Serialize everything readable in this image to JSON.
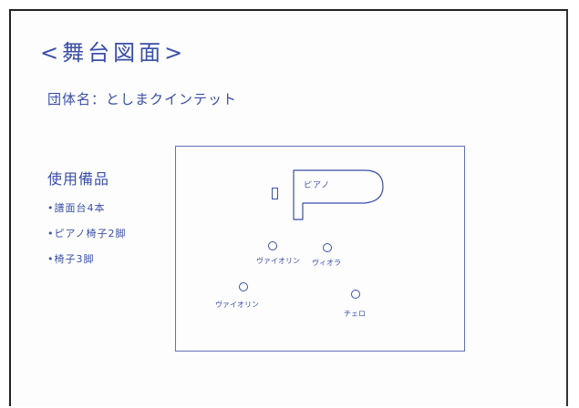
{
  "title": "<舞台図面>",
  "group_label": "団体名：としまクインテット",
  "equipment": {
    "heading": "使用備品",
    "items": [
      "•譜面台4本",
      "•ピアノ椅子2脚",
      "•椅子3脚"
    ]
  },
  "stage": {
    "piano_label": "ピアノ",
    "players": [
      {
        "label": "ヴァイオリン"
      },
      {
        "label": "ヴィオラ"
      },
      {
        "label": "ヴァイオリン"
      },
      {
        "label": "チェロ"
      }
    ]
  },
  "colors": {
    "ink": "#3a4fa8",
    "frame": "#222222"
  }
}
